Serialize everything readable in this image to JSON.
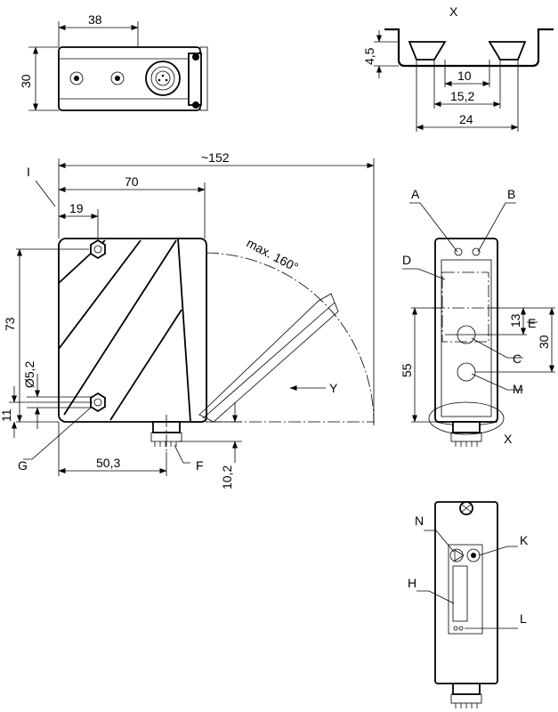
{
  "dimensions": {
    "top_view": {
      "width": "38",
      "height": "30"
    },
    "detail_x": {
      "title": "X",
      "depth": "4,5",
      "inner": "10",
      "middle": "15,2",
      "outer": "24"
    },
    "side_view": {
      "overall": "~152",
      "length": "70",
      "offset": "19",
      "height": "73",
      "hole_dia": "Ø5,2",
      "hole_offset": "11",
      "connector": "50,3",
      "connector_depth": "10,2",
      "angle": "max. 160°",
      "arrow": "Y"
    },
    "front_view": {
      "dim_13": "13",
      "dim_30": "30",
      "dim_55": "55",
      "view_label": "X"
    }
  },
  "callouts": {
    "A": "A",
    "B": "B",
    "C": "C",
    "D": "D",
    "E": "E",
    "F": "F",
    "G": "G",
    "H": "H",
    "I": "I",
    "K": "K",
    "L": "L",
    "M": "M",
    "N": "N"
  }
}
